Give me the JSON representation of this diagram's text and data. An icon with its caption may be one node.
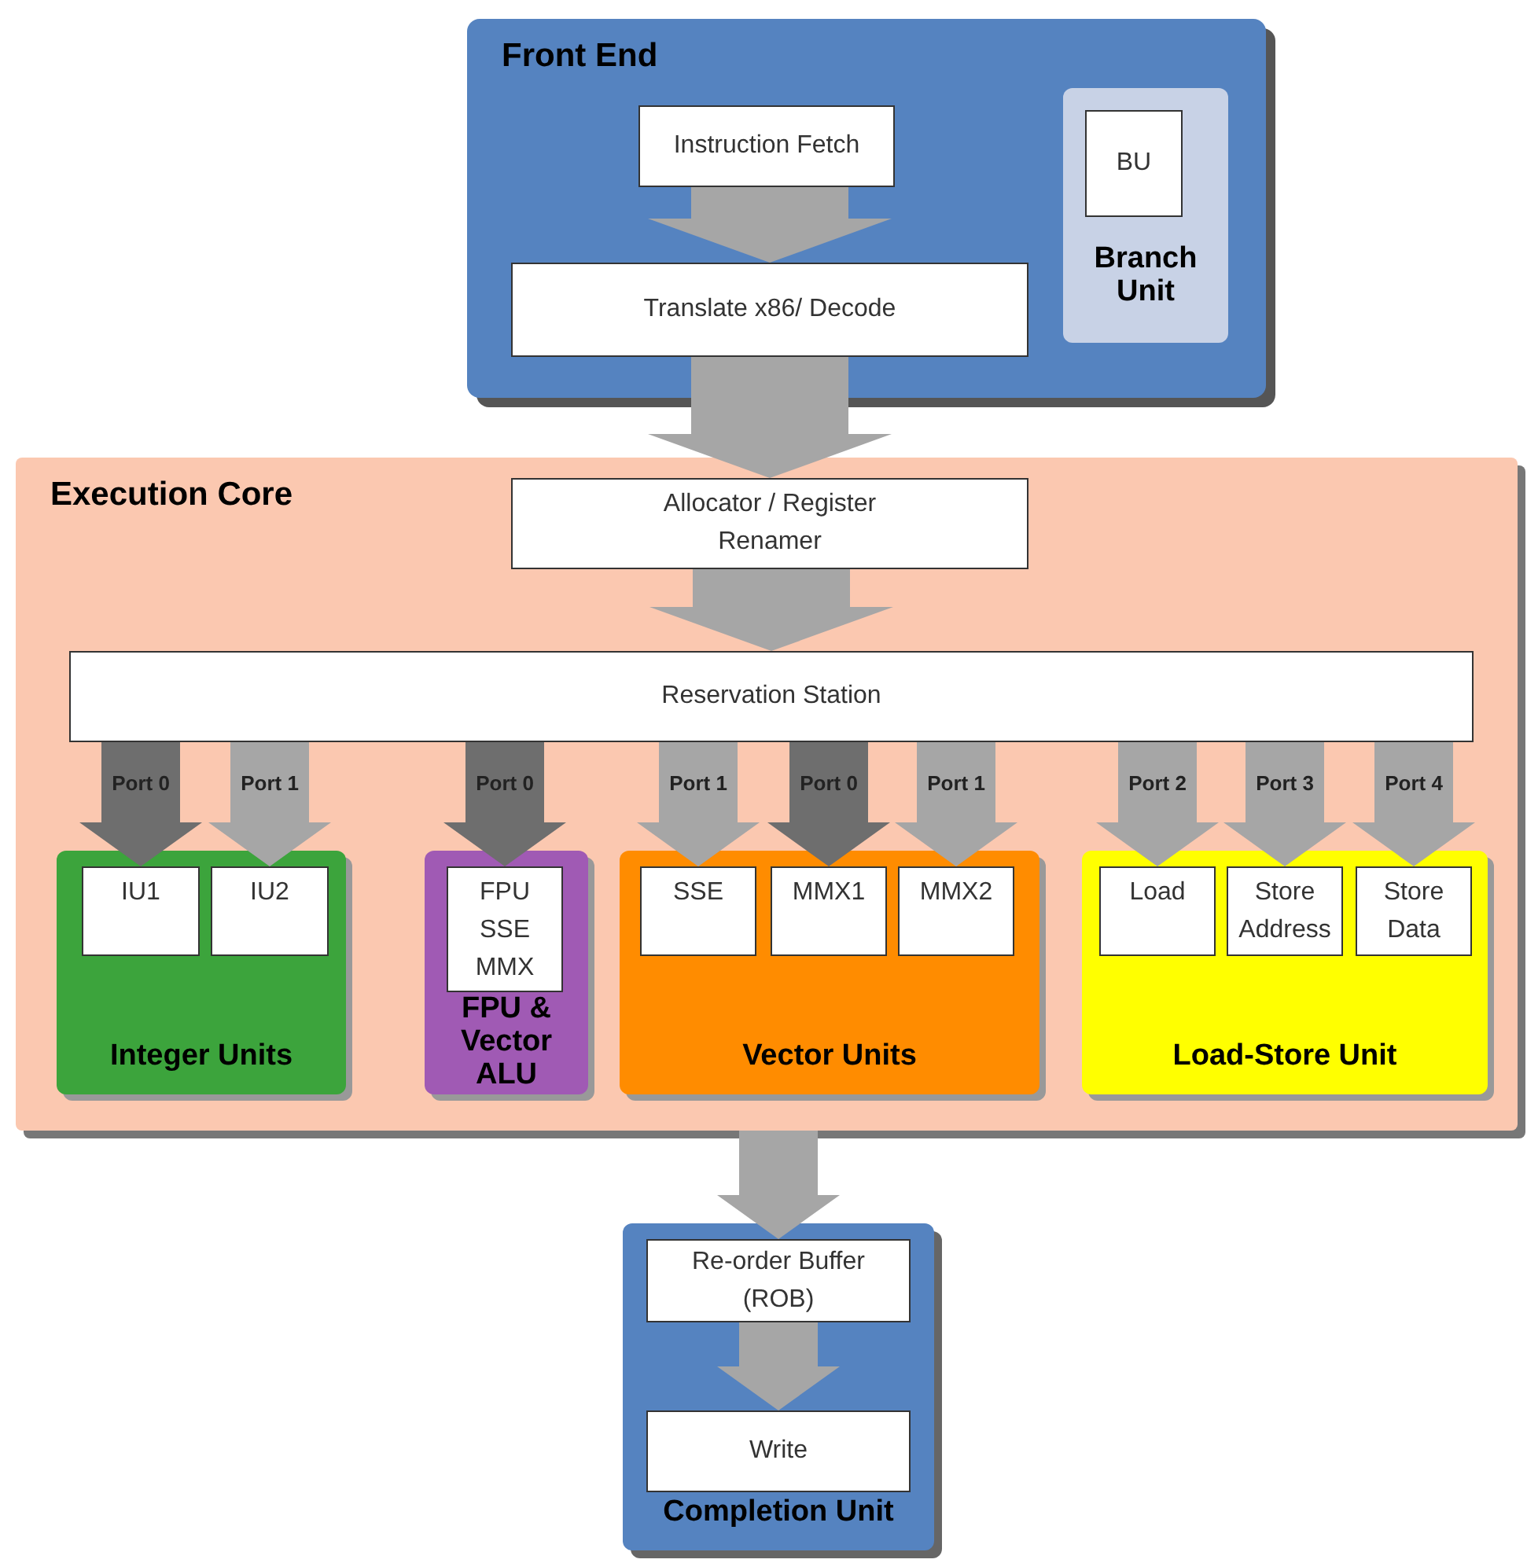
{
  "diagram": {
    "nodes": [
      {
        "text": [
          "Front End"
        ]
      },
      {
        "text": [
          "Instruction Fetch"
        ],
        "in": 0
      },
      {
        "text": [
          "Translate x86/ Decode"
        ],
        "in": 0
      },
      {
        "text": [
          "Branch Unit"
        ],
        "in": 0
      },
      {
        "text": [
          "BU"
        ],
        "in": 3
      },
      {
        "text": [
          "Execution Core"
        ]
      },
      {
        "text": [
          "Allocator / Register Renamer"
        ],
        "in": 5
      },
      {
        "text": [
          "Reservation Station"
        ],
        "in": 5
      },
      {
        "text": [
          "Integer Units"
        ],
        "in": 5
      },
      {
        "text": [
          "IU1"
        ],
        "in": 8
      },
      {
        "text": [
          "IU2"
        ],
        "in": 8
      },
      {
        "text": [
          "FPU & Vector ALU"
        ],
        "in": 5
      },
      {
        "text": [
          "FPU SSE MMX"
        ],
        "in": 11
      },
      {
        "text": [
          "Vector Units"
        ],
        "in": 5
      },
      {
        "text": [
          "SSE"
        ],
        "in": 13
      },
      {
        "text": [
          "MMX1"
        ],
        "in": 13
      },
      {
        "text": [
          "MMX2"
        ],
        "in": 13
      },
      {
        "text": [
          "Load-Store Unit"
        ],
        "in": 5
      },
      {
        "text": [
          "Load"
        ],
        "in": 17
      },
      {
        "text": [
          "Store Address"
        ],
        "in": 17
      },
      {
        "text": [
          "Store Data"
        ],
        "in": 17
      },
      {
        "text": [
          "Completion Unit"
        ]
      },
      {
        "text": [
          "Re-order Buffer (ROB)"
        ],
        "in": 21
      },
      {
        "text": [
          "Write"
        ],
        "in": 21
      }
    ],
    "edges": [
      {
        "from": 1,
        "to": 2,
        "arrow": "to"
      },
      {
        "from": 2,
        "to": 6,
        "arrow": "to"
      },
      {
        "from": 6,
        "to": 7,
        "arrow": "to"
      },
      {
        "from": 7,
        "to": 9,
        "arrow": "to",
        "label": "Port 0",
        "color": "#6e6e6e"
      },
      {
        "from": 7,
        "to": 10,
        "arrow": "to",
        "label": "Port 1"
      },
      {
        "from": 7,
        "to": 12,
        "arrow": "to",
        "label": "Port 0",
        "color": "#6e6e6e"
      },
      {
        "from": 7,
        "to": 14,
        "arrow": "to",
        "label": "Port 1"
      },
      {
        "from": 7,
        "to": 15,
        "arrow": "to",
        "label": "Port 0",
        "color": "#6e6e6e"
      },
      {
        "from": 7,
        "to": 16,
        "arrow": "to",
        "label": "Port 1"
      },
      {
        "from": 7,
        "to": 18,
        "arrow": "to",
        "label": "Port 2"
      },
      {
        "from": 7,
        "to": 19,
        "arrow": "to",
        "label": "Port 3"
      },
      {
        "from": 7,
        "to": 20,
        "arrow": "to",
        "label": "Port 4"
      },
      {
        "from": 5,
        "to": 22,
        "arrow": "to"
      },
      {
        "from": 22,
        "to": 23,
        "arrow": "to"
      }
    ]
  }
}
